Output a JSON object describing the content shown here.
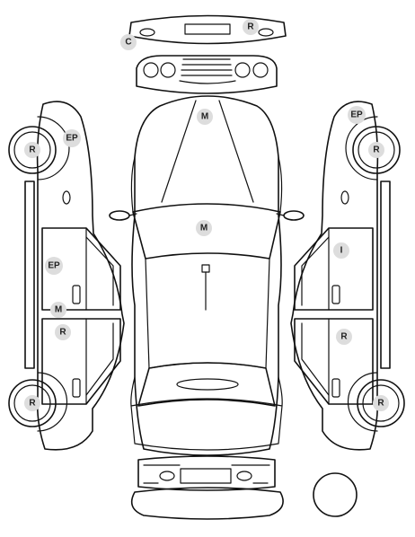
{
  "colors": {
    "stroke": "#111111",
    "badge_fill": "#dddddd",
    "badge_text": "#222222",
    "background": "#ffffff"
  },
  "markers": {
    "front_bumper_left": "C",
    "front_bumper_right": "R",
    "bonnet": "M",
    "windshield": "M",
    "left_front_fender": "EP",
    "left_front_wheel": "R",
    "left_front_door": "EP",
    "left_sill": "M",
    "left_rear_door": "R",
    "left_rear_wheel": "R",
    "right_front_fender": "EP",
    "right_front_wheel": "R",
    "right_front_door": "I",
    "right_rear_door": "R",
    "right_rear_wheel": "R"
  }
}
